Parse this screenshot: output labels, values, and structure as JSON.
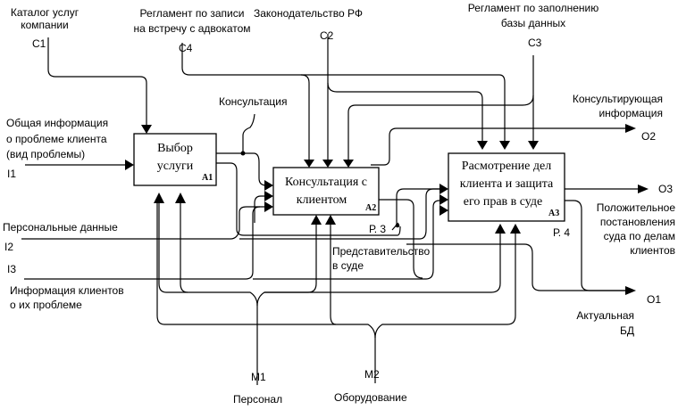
{
  "diagram": {
    "type": "IDEF0",
    "blocks": [
      {
        "id": "A1",
        "lines": [
          "Выбор",
          "услуги"
        ],
        "number": "A1"
      },
      {
        "id": "A2",
        "lines": [
          "Консультация с",
          "клиентом"
        ],
        "number": "A2"
      },
      {
        "id": "A3",
        "lines": [
          "Расмотрение дел",
          "клиента и защита",
          "его прав в суде"
        ],
        "number": "A3"
      }
    ],
    "controls": [
      {
        "code": "C1",
        "label": [
          "Каталог услуг",
          "компании"
        ]
      },
      {
        "code": "C4",
        "label": [
          "Регламент по записи",
          "на встречу с адвокатом"
        ]
      },
      {
        "code": "C2",
        "label": [
          "Законодательство РФ"
        ]
      },
      {
        "code": "C3",
        "label": [
          "Регламент по заполнению",
          "базы данных"
        ]
      }
    ],
    "inputs": [
      {
        "code": "I1",
        "label": [
          "Общая информация",
          "о проблеме клиента",
          "(вид проблемы)"
        ]
      },
      {
        "code": "I2",
        "label": [
          "Персональные данные"
        ]
      },
      {
        "code": "I3",
        "label": [
          "Информация клиентов",
          "о их проблеме"
        ]
      }
    ],
    "outputs": [
      {
        "code": "O2",
        "label": [
          "Консультирующая",
          "информация"
        ]
      },
      {
        "code": "O3",
        "label": [
          "Положительное",
          "постановления",
          "суда по делам",
          "клиентов"
        ]
      },
      {
        "code": "O1",
        "label": [
          "Актуальная",
          "БД"
        ]
      }
    ],
    "mechanisms": [
      {
        "code": "M1",
        "label": [
          "Персонал"
        ]
      },
      {
        "code": "M2",
        "label": [
          "Оборудование"
        ]
      }
    ],
    "internal": [
      {
        "label": "Консультация"
      },
      {
        "label": "Представительство",
        "label2": "в суде"
      },
      {
        "label": "Р. 3"
      },
      {
        "label": "Р. 4"
      }
    ]
  }
}
